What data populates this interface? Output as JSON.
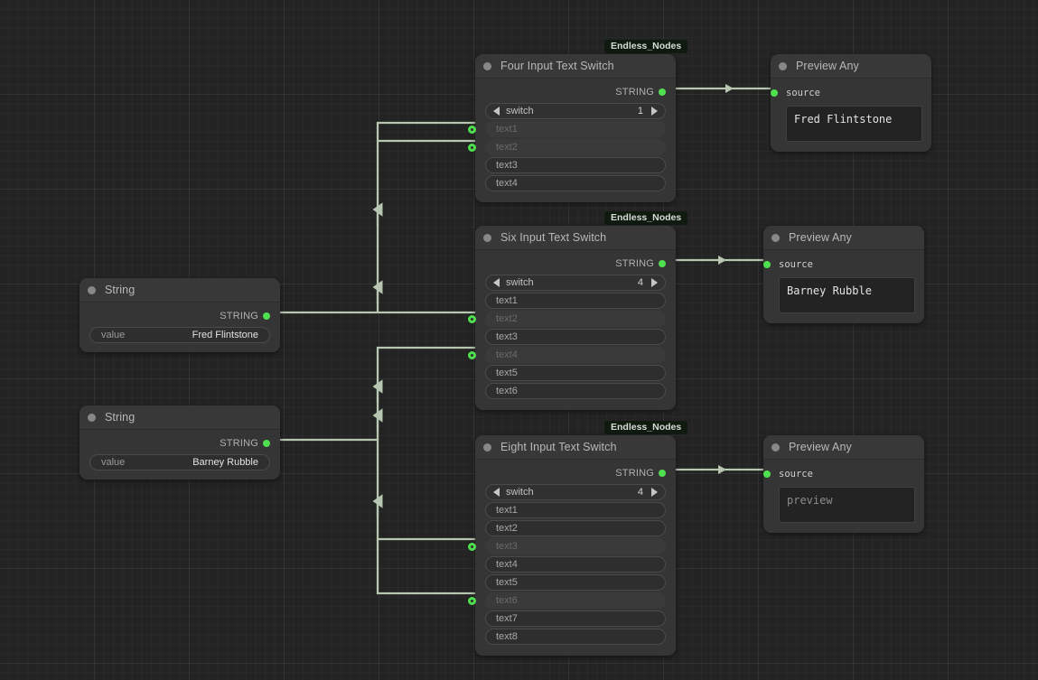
{
  "canvas": {
    "background": "#232323",
    "grid_minor": "#2b2b2b",
    "grid_major": "#303030",
    "wire_color": "#b6c6b0",
    "accent_green": "#4fe04f",
    "badge_bg": "#0f1b0f"
  },
  "nodes": {
    "string_fred": {
      "title": "String",
      "output_label": "STRING",
      "widget_name": "value",
      "widget_value": "Fred Flintstone"
    },
    "string_barney": {
      "title": "String",
      "output_label": "STRING",
      "widget_name": "value",
      "widget_value": "Barney Rubble"
    },
    "four_input": {
      "badge": "Endless_Nodes",
      "title": "Four Input Text Switch",
      "output_label": "STRING",
      "switch_name": "switch",
      "switch_value": "1",
      "slots": [
        {
          "label": "text1",
          "connected": true
        },
        {
          "label": "text2",
          "connected": true
        },
        {
          "label": "text3",
          "connected": false
        },
        {
          "label": "text4",
          "connected": false
        }
      ]
    },
    "six_input": {
      "badge": "Endless_Nodes",
      "title": "Six Input Text Switch",
      "output_label": "STRING",
      "switch_name": "switch",
      "switch_value": "4",
      "slots": [
        {
          "label": "text1",
          "connected": false
        },
        {
          "label": "text2",
          "connected": true
        },
        {
          "label": "text3",
          "connected": false
        },
        {
          "label": "text4",
          "connected": true
        },
        {
          "label": "text5",
          "connected": false
        },
        {
          "label": "text6",
          "connected": false
        }
      ]
    },
    "eight_input": {
      "badge": "Endless_Nodes",
      "title": "Eight Input Text Switch",
      "output_label": "STRING",
      "switch_name": "switch",
      "switch_value": "4",
      "slots": [
        {
          "label": "text1",
          "connected": false
        },
        {
          "label": "text2",
          "connected": false
        },
        {
          "label": "text3",
          "connected": true
        },
        {
          "label": "text4",
          "connected": false
        },
        {
          "label": "text5",
          "connected": false
        },
        {
          "label": "text6",
          "connected": true
        },
        {
          "label": "text7",
          "connected": false
        },
        {
          "label": "text8",
          "connected": false
        }
      ]
    },
    "preview_top": {
      "title": "Preview Any",
      "input_label": "source",
      "text": "Fred Flintstone",
      "is_placeholder": false
    },
    "preview_middle": {
      "title": "Preview Any",
      "input_label": "source",
      "text": "Barney Rubble",
      "is_placeholder": false
    },
    "preview_bottom": {
      "title": "Preview Any",
      "input_label": "source",
      "text": "preview",
      "is_placeholder": true
    }
  }
}
